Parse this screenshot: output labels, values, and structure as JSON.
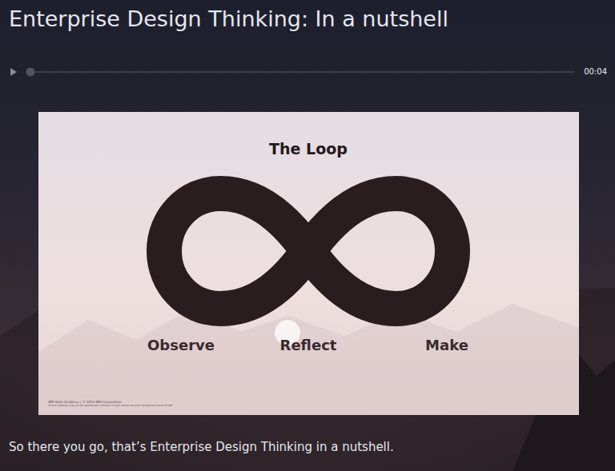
{
  "diagram": {
    "title": "Enterprise Design Thinking: In a nutshell",
    "caption": "So there you go, that’s Enterprise Design Thinking in a nutshell.",
    "labels": [
      "00:04",
      "The Loop",
      "Observe",
      "Reflect",
      "Make",
      "IBM Skills Academy | © 2023 IBM Corporation",
      "Course materials may not be reproduced in whole or in part without the prior written permission of IBM."
    ]
  }
}
